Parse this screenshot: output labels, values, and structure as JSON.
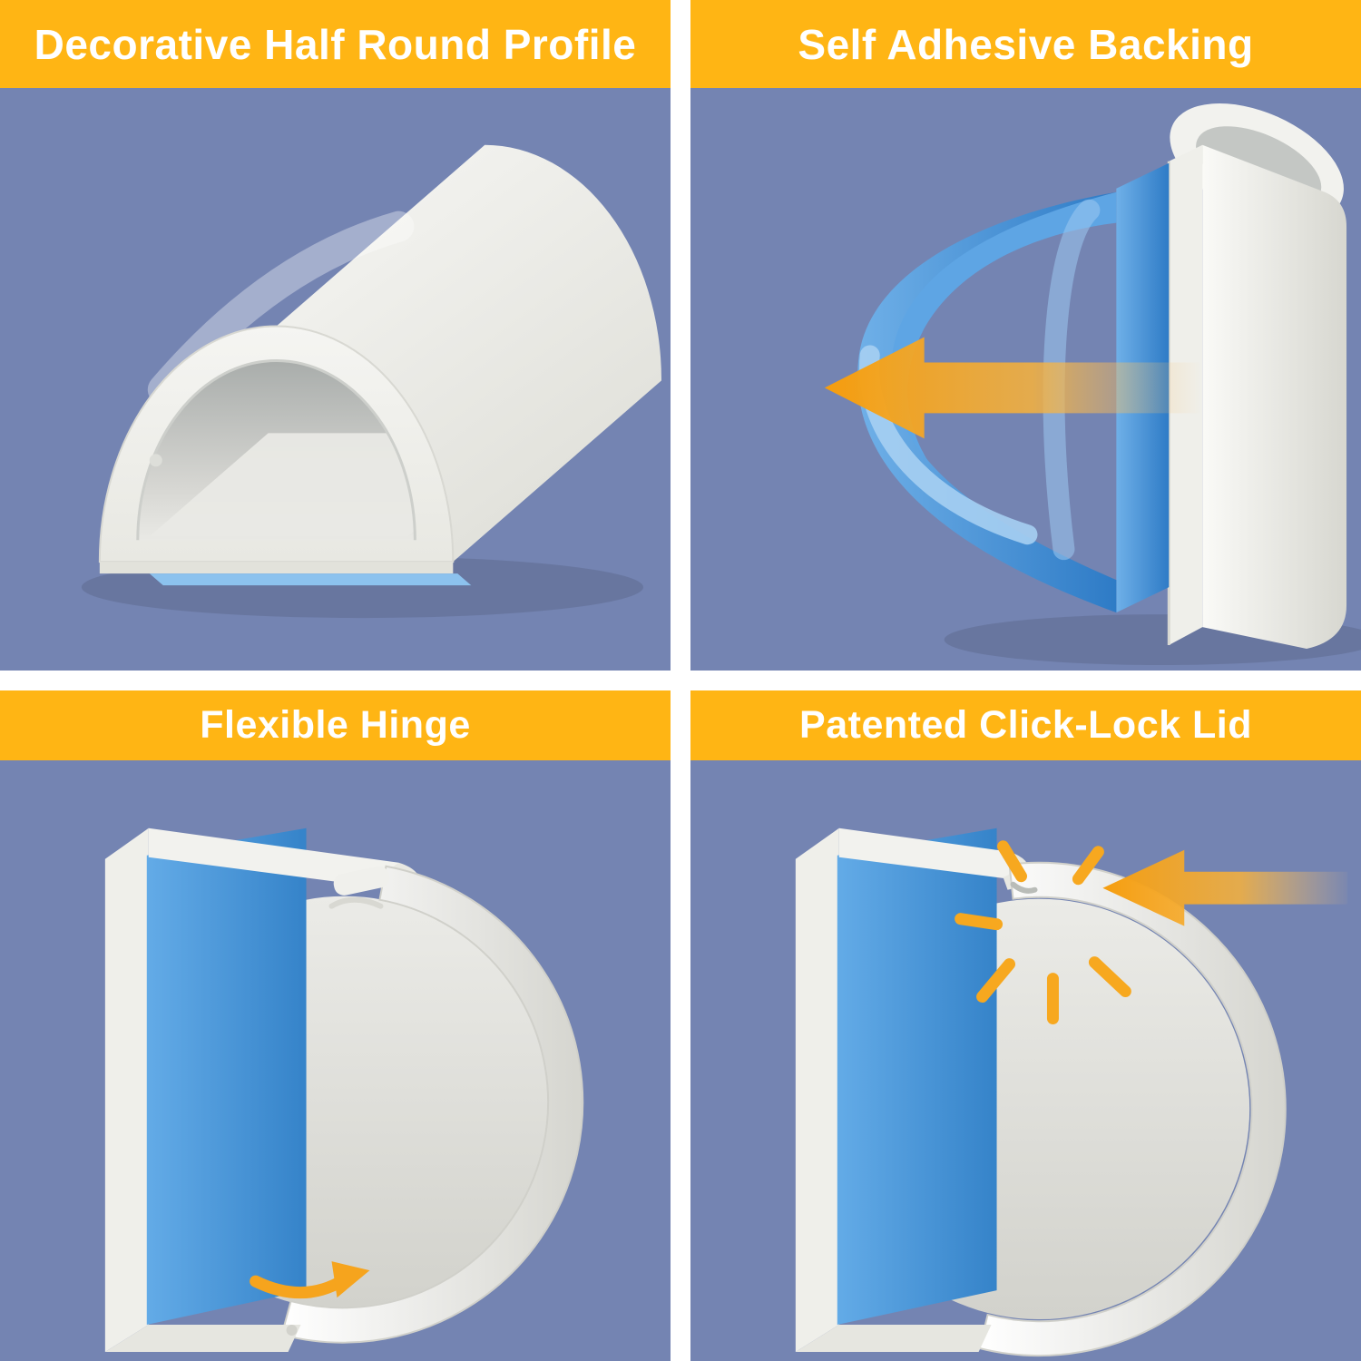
{
  "panels": [
    {
      "id": "decorative-half-round-profile",
      "title": "Decorative Half Round Profile"
    },
    {
      "id": "self-adhesive-backing",
      "title": "Self Adhesive Backing"
    },
    {
      "id": "flexible-hinge",
      "title": "Flexible Hinge"
    },
    {
      "id": "patented-click-lock-lid",
      "title": "Patented Click-Lock Lid"
    }
  ],
  "colors": {
    "background": "#7484B2",
    "header_bg": "#FFB514",
    "header_text": "#FFFFFF",
    "gutter": "#FFFFFF",
    "channel_white": "#F2F2EE",
    "channel_shadow": "#D8D8D2",
    "cavity_gray": "#B9BDBA",
    "adhesive_blue_dark": "#3583C9",
    "adhesive_blue_light": "#6FB0E8",
    "liner_blue_pale": "#A6CFF2",
    "arrow_orange": "#F6A41D",
    "arrow_orange_light": "#FBC77A"
  },
  "icons": {
    "peel_arrow": "left-arrow",
    "hinge_arrow": "curved-rotation-arrow",
    "click_burst": "starburst",
    "push_arrow": "left-arrow"
  }
}
